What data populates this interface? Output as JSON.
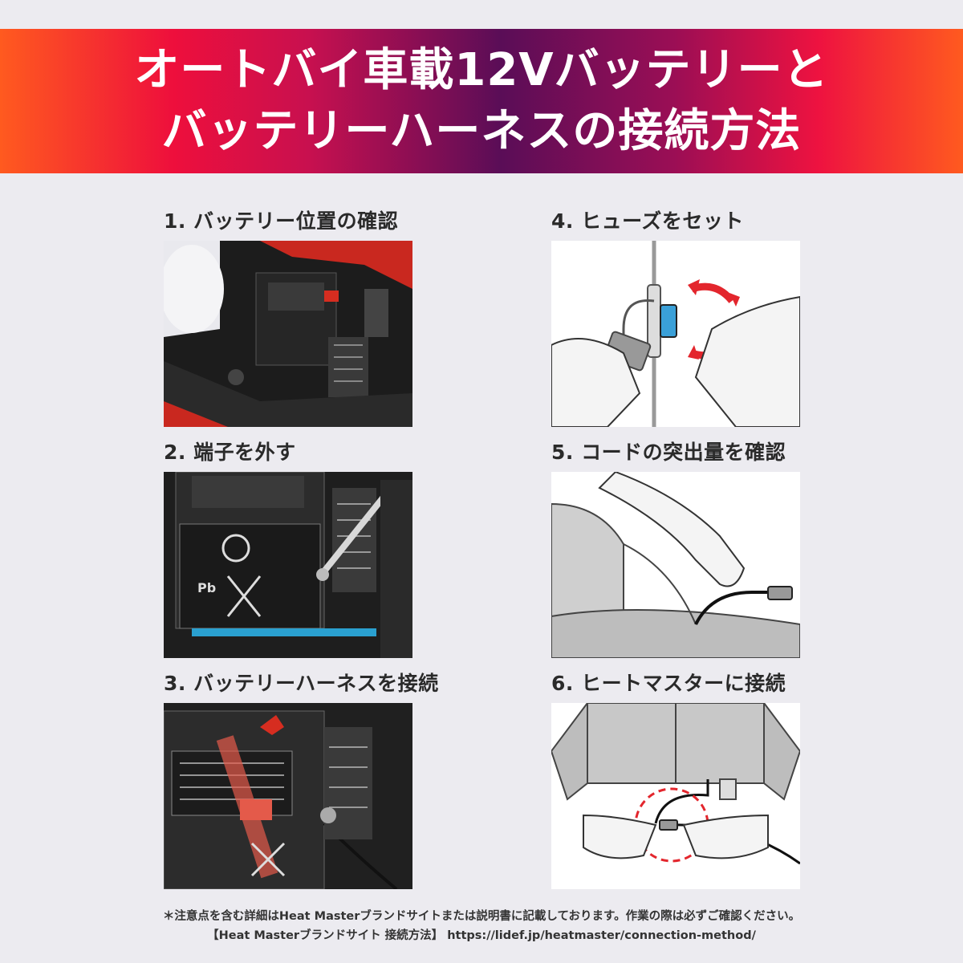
{
  "header": {
    "line1": "オートバイ車載12Vバッテリーと",
    "line2": "バッテリーハーネスの接続方法"
  },
  "steps": [
    {
      "title": "1. バッテリー位置の確認"
    },
    {
      "title": "2. 端子を外す"
    },
    {
      "title": "3. バッテリーハーネスを接続"
    },
    {
      "title": "4. ヒューズをセット"
    },
    {
      "title": "5. コードの突出量を確認"
    },
    {
      "title": "6. ヒートマスターに接続"
    }
  ],
  "footer": {
    "note": "＊注意点を含む詳細はHeat Masterブランドサイトまたは説明書に記載しております。作業の際は必ずご確認ください。",
    "link_label": "【Heat Masterブランドサイト 接続方法】",
    "link_url": "https://lidef.jp/heatmaster/connection-method/"
  },
  "colors": {
    "accent_red": "#e3262d",
    "banner_dark": "#5a0d57",
    "fuse_blue": "#3aa0d8"
  }
}
